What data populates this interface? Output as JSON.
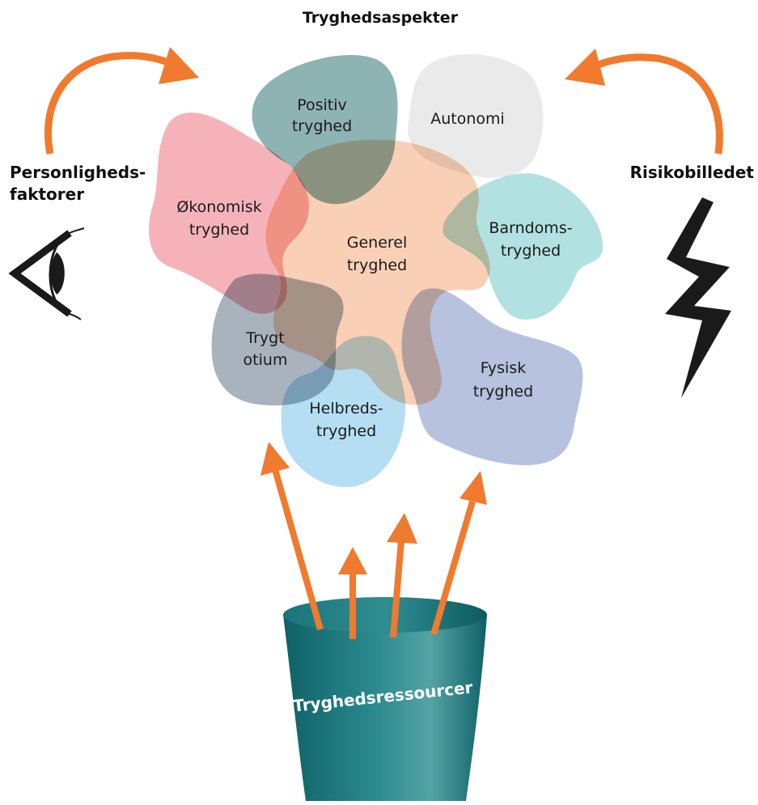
{
  "title": "Tryghedsaspekter",
  "left_factor": {
    "line1": "Personligheds-",
    "line2": "faktorer",
    "icon": "eye-icon"
  },
  "right_factor": {
    "label": "Risikobilledet",
    "icon": "lightning-icon"
  },
  "aspects": {
    "positiv": {
      "line1": "Positiv",
      "line2": "tryghed",
      "color": "#7aa6a6"
    },
    "autonomi": {
      "line1": "Autonomi",
      "color": "#e8e9e8"
    },
    "okonomisk": {
      "line1": "Økonomisk",
      "line2": "tryghed",
      "color": "#f4a6ad"
    },
    "generel": {
      "line1": "Generel",
      "line2": "tryghed",
      "color": "#f8c8a8"
    },
    "barndoms": {
      "line1": "Barndoms-",
      "line2": "tryghed",
      "color": "#a4dcdc"
    },
    "trygt": {
      "line1": "Trygt",
      "line2": "otium",
      "color": "#93a0ae"
    },
    "helbreds": {
      "line1": "Helbreds-",
      "line2": "tryghed",
      "color": "#a8d9f0"
    },
    "fysisk": {
      "line1": "Fysisk",
      "line2": "tryghed",
      "color": "#a9b8d8"
    }
  },
  "bucket": {
    "label": "Tryghedsressourcer",
    "color": "#1f7b80"
  },
  "colors": {
    "arrow": "#f07a2e",
    "icon": "#1a1a1a"
  }
}
